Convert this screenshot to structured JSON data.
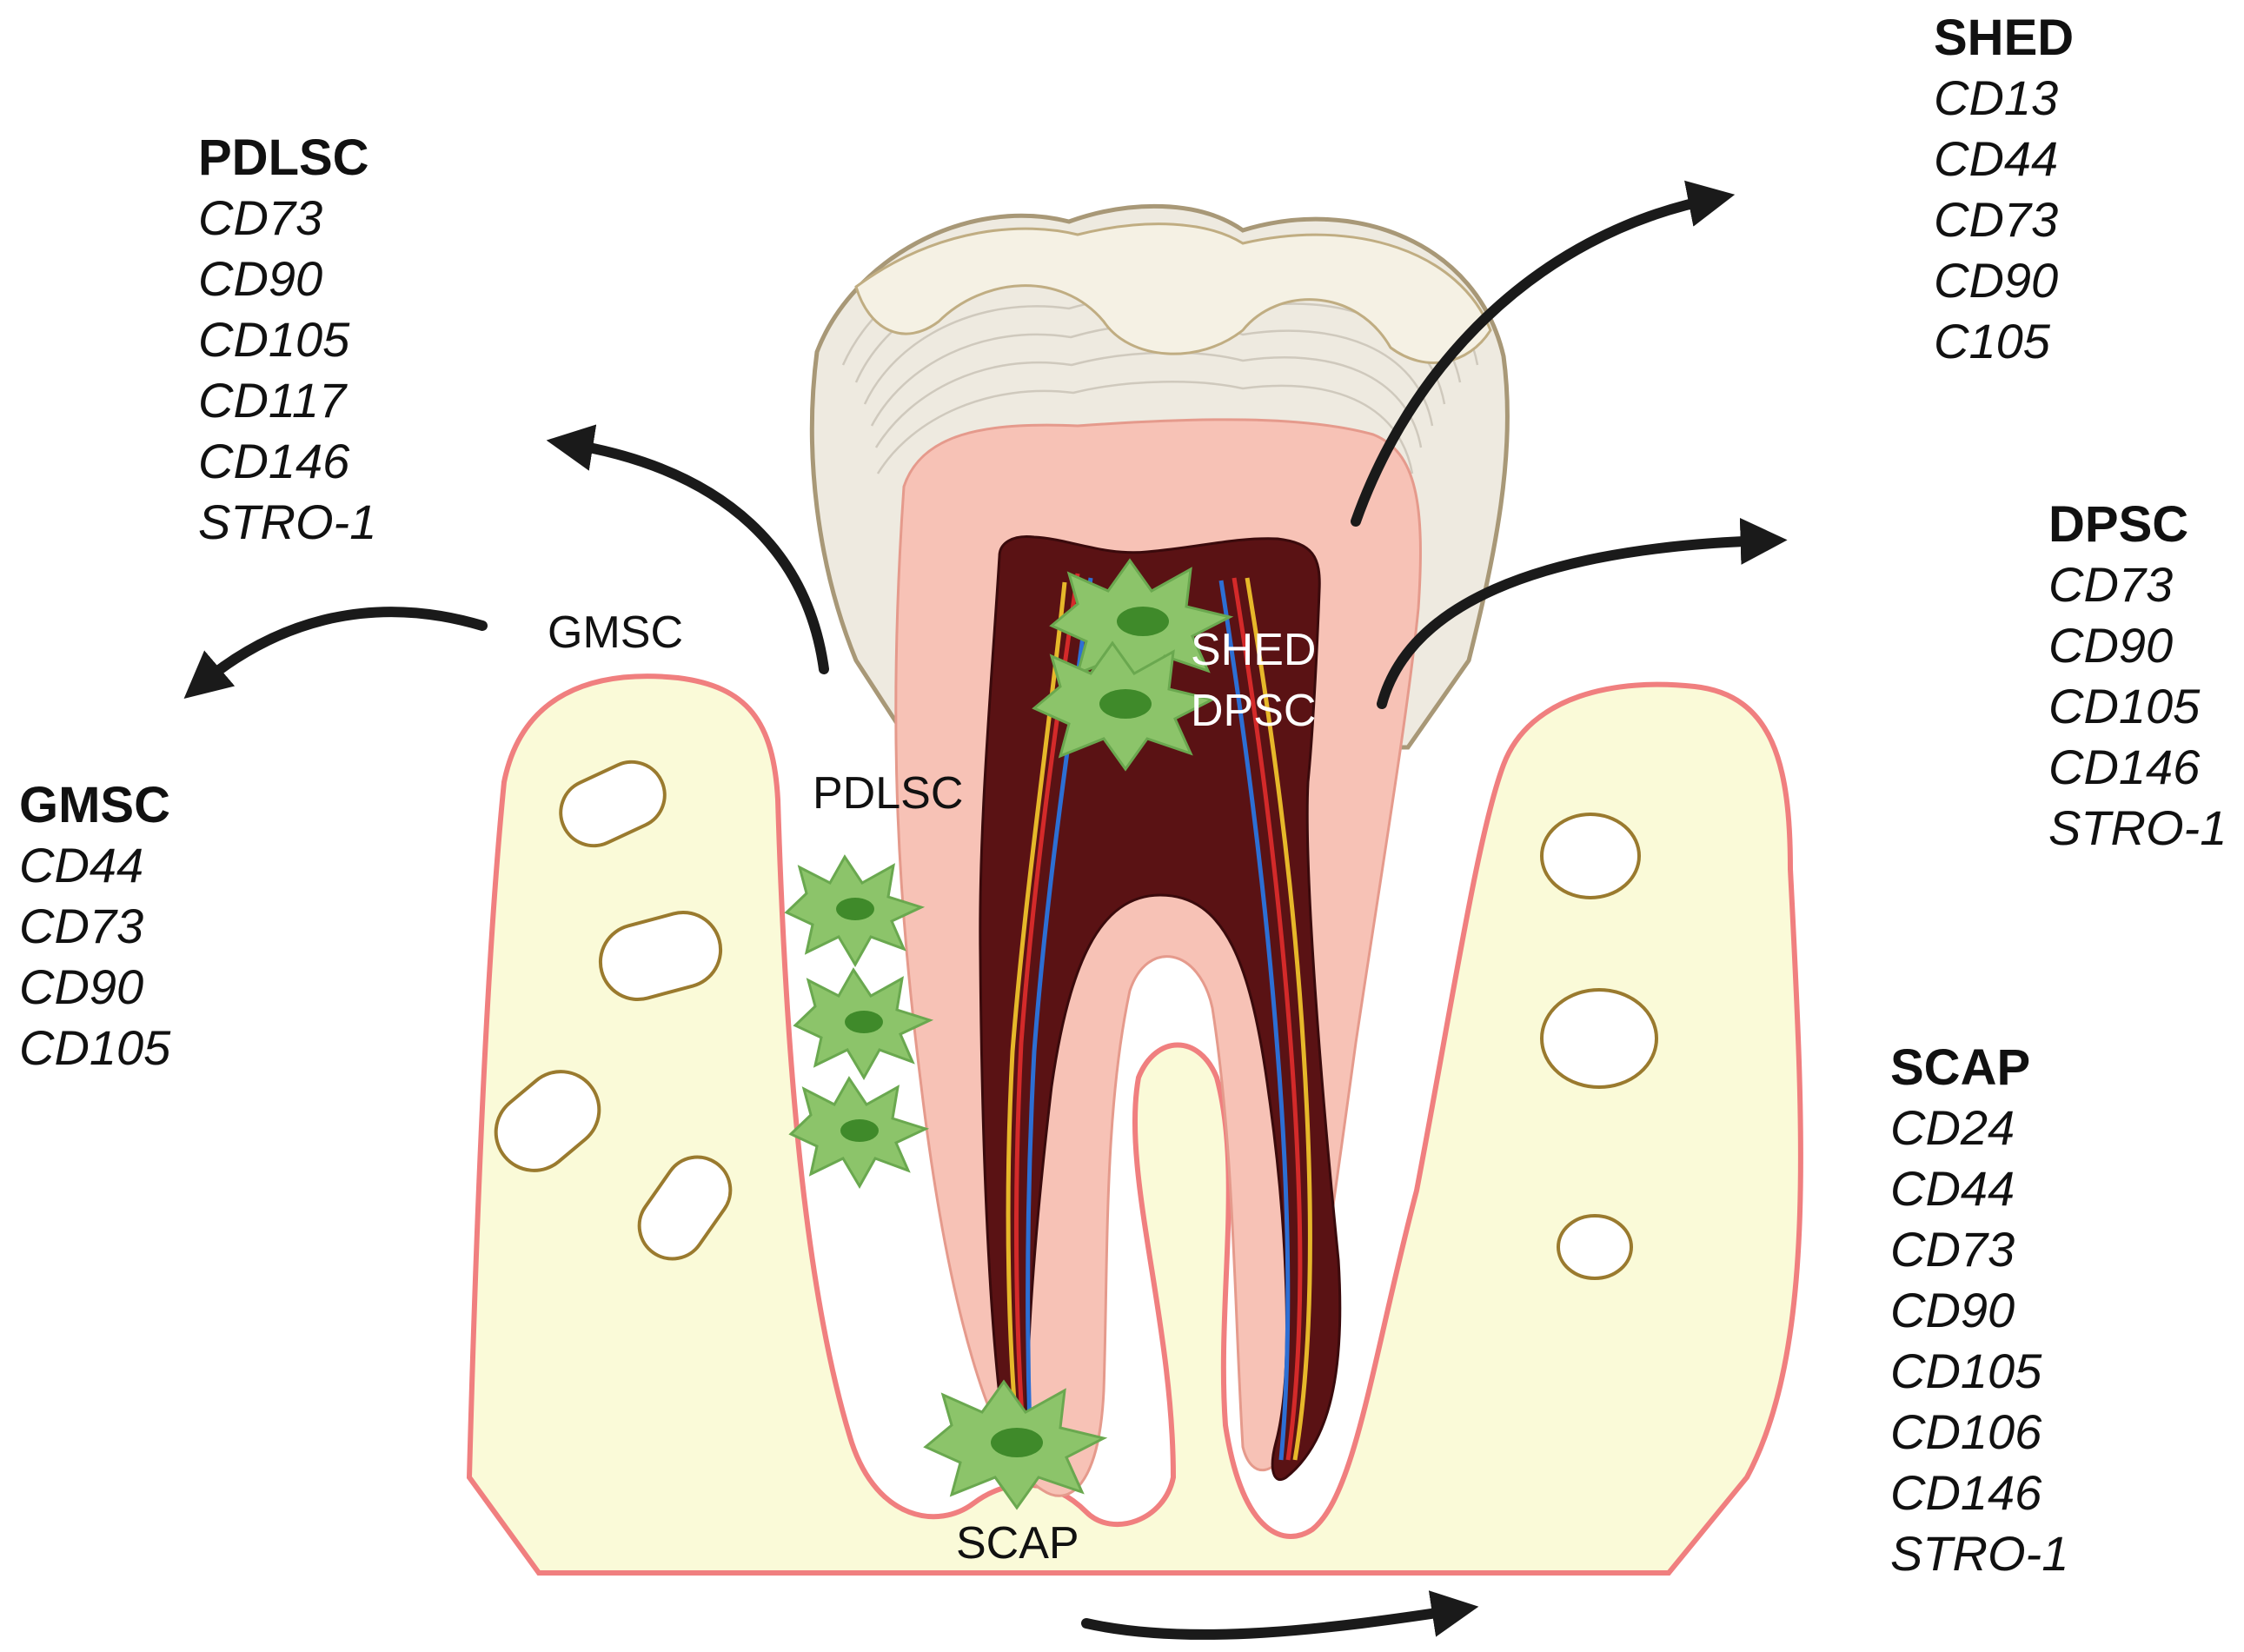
{
  "colors": {
    "bone_fill": "#fafad8",
    "bone_outline": "#f07f7f",
    "bone_cavity": "#9a7a2e",
    "dentin": "#f7c2b6",
    "pulp": "#5a1214",
    "enamel": "#eeeae0",
    "stem_cell": "#8cc46a",
    "nucleus": "#3f8a2a",
    "arrow": "#1a1a1a"
  },
  "diagram_labels": {
    "gmsc": "GMSC",
    "pdlsc": "PDLSC",
    "shed": "SHED",
    "dpsc": "DPSC",
    "scap": "SCAP"
  },
  "marker_panels": {
    "pdlsc": {
      "title": "PDLSC",
      "markers": [
        "CD73",
        "CD90",
        "CD105",
        "CD117",
        "CD146",
        "STRO-1"
      ]
    },
    "gmsc": {
      "title": "GMSC",
      "markers": [
        "CD44",
        "CD73",
        "CD90",
        "CD105"
      ]
    },
    "shed": {
      "title": "SHED",
      "markers": [
        "CD13",
        "CD44",
        "CD73",
        "CD90",
        "C105"
      ]
    },
    "dpsc": {
      "title": "DPSC",
      "markers": [
        "CD73",
        "CD90",
        "CD105",
        "CD146",
        "STRO-1"
      ]
    },
    "scap": {
      "title": "SCAP",
      "markers": [
        "CD24",
        "CD44",
        "CD73",
        "CD90",
        "CD105",
        "CD106",
        "CD146",
        "STRO-1"
      ]
    }
  }
}
